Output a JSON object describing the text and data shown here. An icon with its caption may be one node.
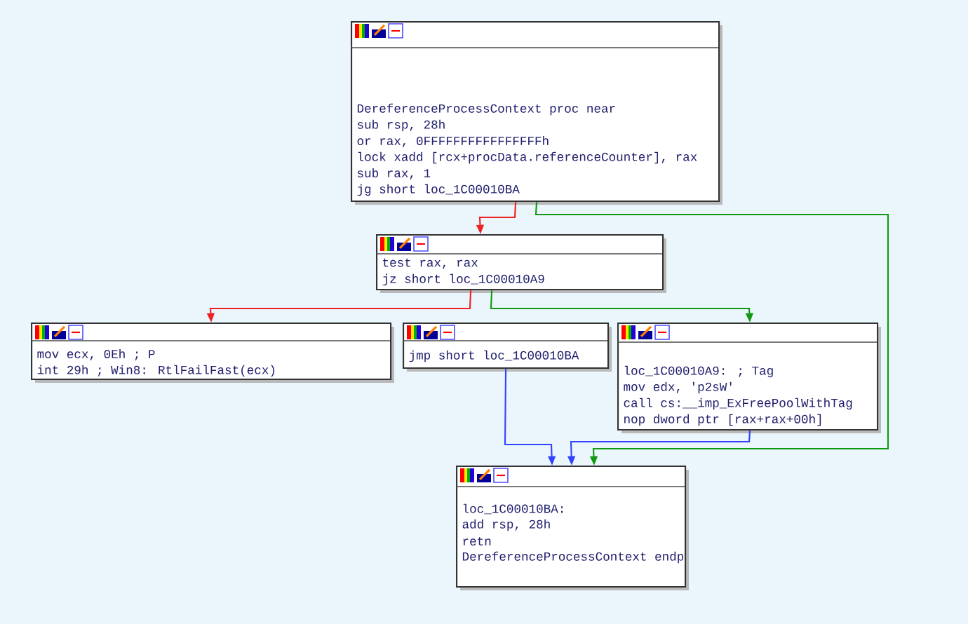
{
  "diagram": {
    "nodes": [
      {
        "text": [
          "DereferenceProcessContext proc near",
          "sub rsp, 28h",
          "or rax, 0FFFFFFFFFFFFFFFFh",
          "lock xadd [rcx+procData.referenceCounter], rax",
          "sub rax, 1",
          "jg short loc_1C00010BA"
        ]
      },
      {
        "text": [
          "test rax, rax",
          "jz short loc_1C00010A9"
        ]
      },
      {
        "text": [
          "mov ecx, 0Eh ; P",
          "int 29h ; Win8: RtlFailFast(ecx)"
        ]
      },
      {
        "text": [
          "jmp short loc_1C00010BA"
        ]
      },
      {
        "text": [
          "loc_1C00010A9: ; Tag",
          "mov edx, 'p2sW'",
          "call cs:__imp_ExFreePoolWithTag",
          "nop dword ptr [rax+rax+00h]"
        ]
      },
      {
        "text": [
          "loc_1C00010BA:",
          "add rsp, 28h",
          "retn",
          "DereferenceProcessContext endp"
        ]
      }
    ],
    "edges": [
      {
        "from": 0,
        "to": 1,
        "arrow": "to",
        "color": "#ee2222"
      },
      {
        "from": 0,
        "to": 5,
        "arrow": "to",
        "color": "#119911"
      },
      {
        "from": 1,
        "to": 2,
        "arrow": "to",
        "color": "#ee2222"
      },
      {
        "from": 1,
        "to": 4,
        "arrow": "to",
        "color": "#119911"
      },
      {
        "from": 3,
        "to": 5,
        "arrow": "to",
        "color": "#3344ff"
      },
      {
        "from": 4,
        "to": 5,
        "arrow": "to",
        "color": "#3344ff"
      }
    ]
  }
}
